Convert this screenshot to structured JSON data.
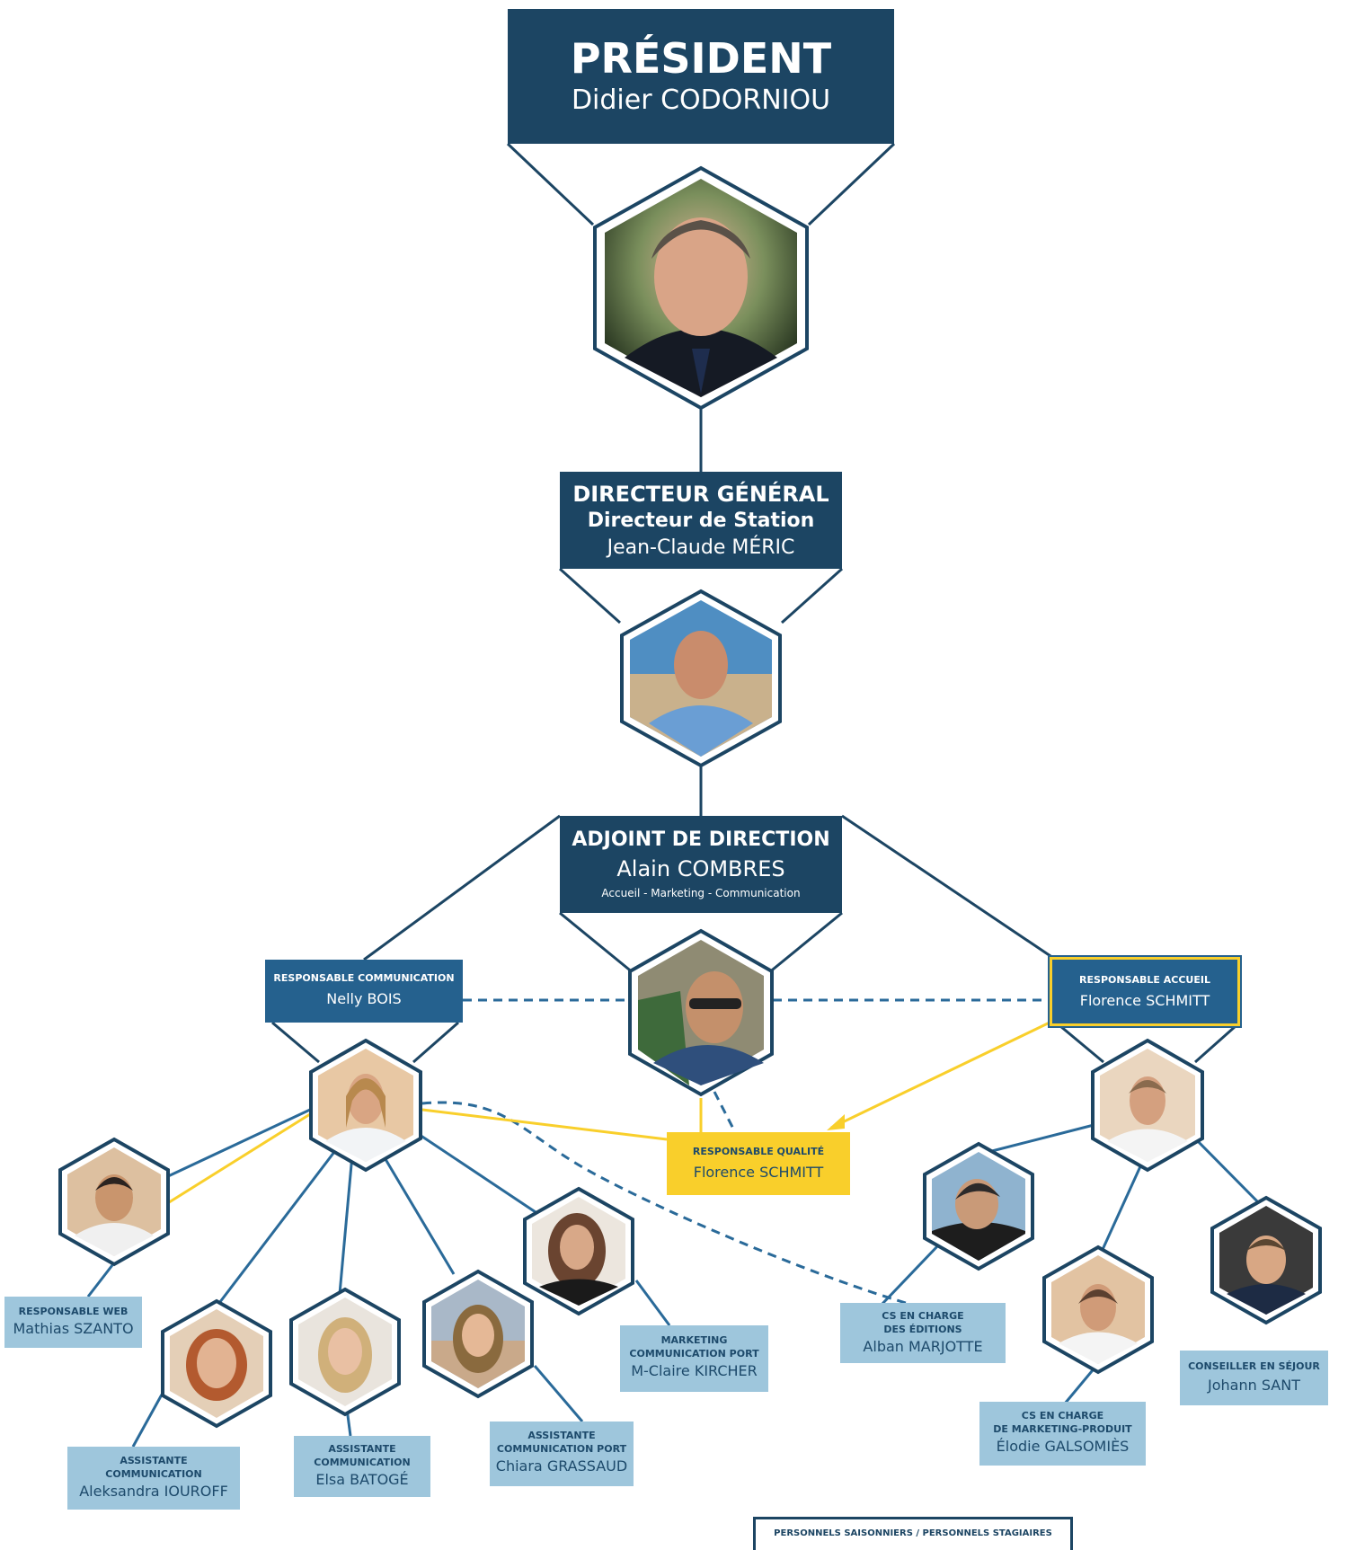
{
  "colors": {
    "navy": "#1c4563",
    "mid_blue": "#25618e",
    "light_blue": "#9ec6dc",
    "yellow": "#f9cf2b",
    "line": "#2a6a99"
  },
  "president": {
    "role": "PRÉSIDENT",
    "name": "Didier CODORNIOU"
  },
  "directeur": {
    "role": "DIRECTEUR GÉNÉRAL",
    "role2": "Directeur de Station",
    "name": "Jean-Claude MÉRIC"
  },
  "adjoint": {
    "role": "ADJOINT DE DIRECTION",
    "name": "Alain COMBRES",
    "scope": "Accueil - Marketing - Communication"
  },
  "resp_communication": {
    "role": "RESPONSABLE COMMUNICATION",
    "name": "Nelly BOIS"
  },
  "resp_accueil": {
    "role": "RESPONSABLE ACCUEIL",
    "name": "Florence SCHMITT"
  },
  "resp_qualite": {
    "role": "RESPONSABLE QUALITÉ",
    "name": "Florence SCHMITT"
  },
  "resp_web": {
    "role": "RESPONSABLE WEB",
    "name": "Mathias SZANTO"
  },
  "asst_aleksandra": {
    "role1": "ASSISTANTE",
    "role2": "COMMUNICATION",
    "name": "Aleksandra IOUROFF"
  },
  "asst_elsa": {
    "role1": "ASSISTANTE",
    "role2": "COMMUNICATION",
    "name": "Elsa BATOGÉ"
  },
  "asst_chiara": {
    "role1": "ASSISTANTE",
    "role2": "COMMUNICATION PORT",
    "name": "Chiara GRASSAUD"
  },
  "marketing_mclaire": {
    "role1": "MARKETING",
    "role2": "COMMUNICATION PORT",
    "name": "M-Claire KIRCHER"
  },
  "cs_alban": {
    "role1": "CS EN CHARGE",
    "role2": "DES ÉDITIONS",
    "name": "Alban MARJOTTE"
  },
  "cs_elodie": {
    "role1": "CS EN CHARGE",
    "role2": "DE MARKETING-PRODUIT",
    "name": "Élodie GALSOMIÈS"
  },
  "conseiller_johann": {
    "role": "CONSEILLER EN SÉJOUR",
    "name": "Johann SANT"
  },
  "saisonniers": {
    "label": "PERSONNELS SAISONNIERS / PERSONNELS STAGIAIRES"
  }
}
